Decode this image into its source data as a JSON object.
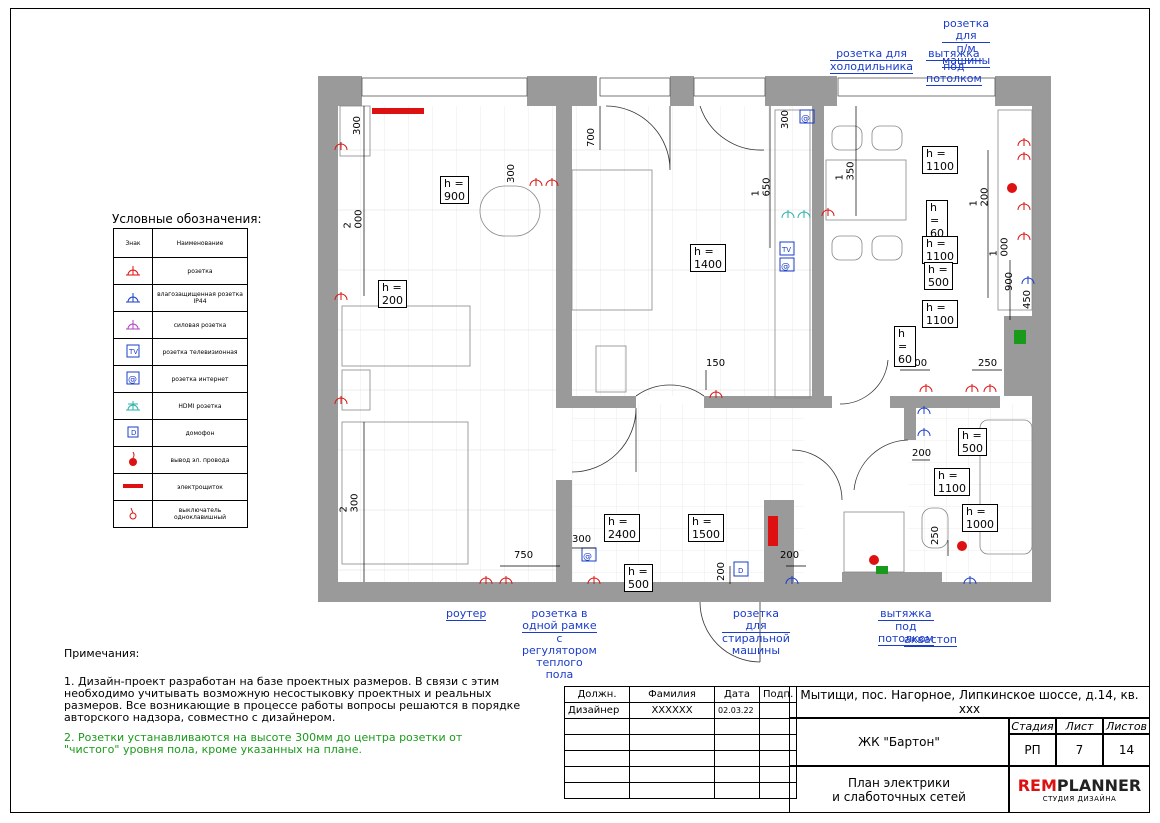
{
  "legend": {
    "title": "Условные обозначения:",
    "header_sign": "Знак",
    "header_name": "Наименование",
    "items": [
      {
        "name": "розетка",
        "icon": "socket-icon",
        "color": "#d11"
      },
      {
        "name": "влагозащищенная розетка IP44",
        "icon": "waterproof-socket-icon",
        "color": "#1a3cc8"
      },
      {
        "name": "силовая розетка",
        "icon": "power-socket-icon",
        "color": "#b040c0"
      },
      {
        "name": "розетка телевизионная",
        "icon": "tv-socket-icon",
        "color": "#1a3cc8"
      },
      {
        "name": "розетка интернет",
        "icon": "internet-socket-icon",
        "color": "#1a3cc8"
      },
      {
        "name": "HDMI розетка",
        "icon": "hdmi-socket-icon",
        "color": "#2ab0a8"
      },
      {
        "name": "домофон",
        "icon": "intercom-icon",
        "color": "#1a3cc8"
      },
      {
        "name": "вывод эл. провода",
        "icon": "wire-outlet-icon",
        "color": "#d11"
      },
      {
        "name": "электрощиток",
        "icon": "panel-icon",
        "color": "#d11"
      },
      {
        "name": "выключатель одноклавишный",
        "icon": "switch-icon",
        "color": "#d11"
      }
    ]
  },
  "callouts": {
    "socket_washer_upper_1": "розетка для",
    "socket_washer_upper_2": "п/м машины",
    "socket_fridge_1": "розетка для",
    "socket_fridge_2": "холодильника",
    "hood_1": "вытяжка",
    "hood_2": "под потолком",
    "router": "роутер",
    "frame_socket_1": "розетка в одной рамке",
    "frame_socket_2": "с регулятором теплого пола",
    "washing_1": "розетка для",
    "washing_2": "стиральной машины",
    "bath_hood_1": "вытяжка",
    "bath_hood_2": "под потолком",
    "aquastop": "аквастоп"
  },
  "heights": {
    "h900": "h = 900",
    "h200": "h = 200",
    "h1400": "h = 1400",
    "h1100a": "h = 1100",
    "h60a": "h = 60",
    "h1100b": "h = 1100",
    "h500a": "h = 500",
    "h1100c": "h = 1100",
    "h60b": "h = 60",
    "h500b": "h = 500",
    "h1100d": "h = 1100",
    "h1000": "h = 1000",
    "h2400": "h = 2400",
    "h1500": "h = 1500",
    "h500c": "h = 500"
  },
  "dims": {
    "d300a": "300",
    "d2000": "2 000",
    "d300b": "300",
    "d700": "700",
    "d300c": "300",
    "d1650": "1 650",
    "d1350": "1 350",
    "d1200": "1 200",
    "d1000": "1 000",
    "d900": "900",
    "d450": "450",
    "d150": "150",
    "d300d": "300",
    "d250a": "250",
    "d200a": "200",
    "d2300": "2 300",
    "d750": "750",
    "d300e": "300",
    "d200b": "200",
    "d200c": "200",
    "d250b": "250"
  },
  "notes": {
    "title": "Примечания:",
    "n1": "1. Дизайн-проект разработан на базе проектных размеров. В связи с этим необходимо учитывать возможную несостыковку проектных и реальных размеров. Все возникающие в процессе работы вопросы решаются в порядке авторского надзора, совместно с дизайнером.",
    "n2": "2. Розетки устанавливаются на высоте 300мм до центра розетки от \"чистого\" уровня пола, кроме указанных на плане."
  },
  "stamp": {
    "col_position": "Должн.",
    "col_surname": "Фамилия",
    "col_date": "Дата",
    "col_sign": "Подп.",
    "row_position": "Дизайнер",
    "row_surname": "XXXXXX",
    "row_date": "02.03.22"
  },
  "title_block": {
    "address": "Мытищи, пос. Нагорное, Липкинское шоссе, д.14, кв. ххх",
    "project": "ЖК \"Бартон\"",
    "sheet_title_1": "План электрики",
    "sheet_title_2": "и слаботочных сетей",
    "stage_label": "Стадия",
    "sheet_label": "Лист",
    "sheets_label": "Листов",
    "stage": "РП",
    "sheet": "7",
    "sheets": "14",
    "logo_rem": "REM",
    "logo_planner": "PLANNER",
    "logo_sub": "СТУДИЯ ДИЗАЙНА"
  }
}
